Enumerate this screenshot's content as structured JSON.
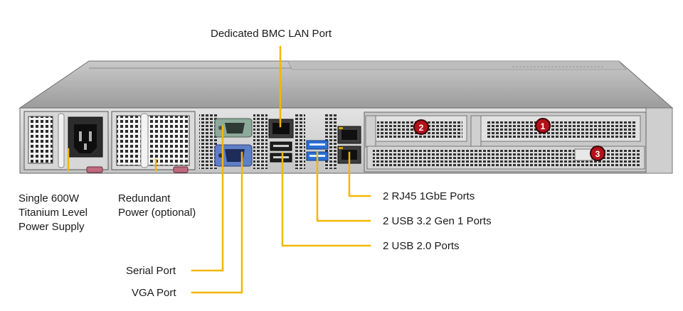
{
  "labels": {
    "bmc": "Dedicated BMC LAN Port",
    "psu_line1": "Single 600W",
    "psu_line2": "Titanium Level",
    "psu_line3": "Power Supply",
    "redundant_line1": "Redundant",
    "redundant_line2": "Power (optional)",
    "rj45": "2 RJ45 1GbE Ports",
    "usb32": "2 USB 3.2 Gen 1 Ports",
    "usb20": "2 USB 2.0 Ports",
    "serial": "Serial Port",
    "vga": "VGA Port"
  },
  "slots": {
    "slot1": "1",
    "slot2": "2",
    "slot3": "3"
  },
  "colors": {
    "callout": "#f2b705",
    "chassis_light": "#d9d9d9",
    "chassis_mid": "#b8b8b8",
    "chassis_dark": "#7d7d7d",
    "port_blue": "#2a6fd6",
    "serial_green": "#7fa08a",
    "slot_badge": "#b3121b"
  }
}
